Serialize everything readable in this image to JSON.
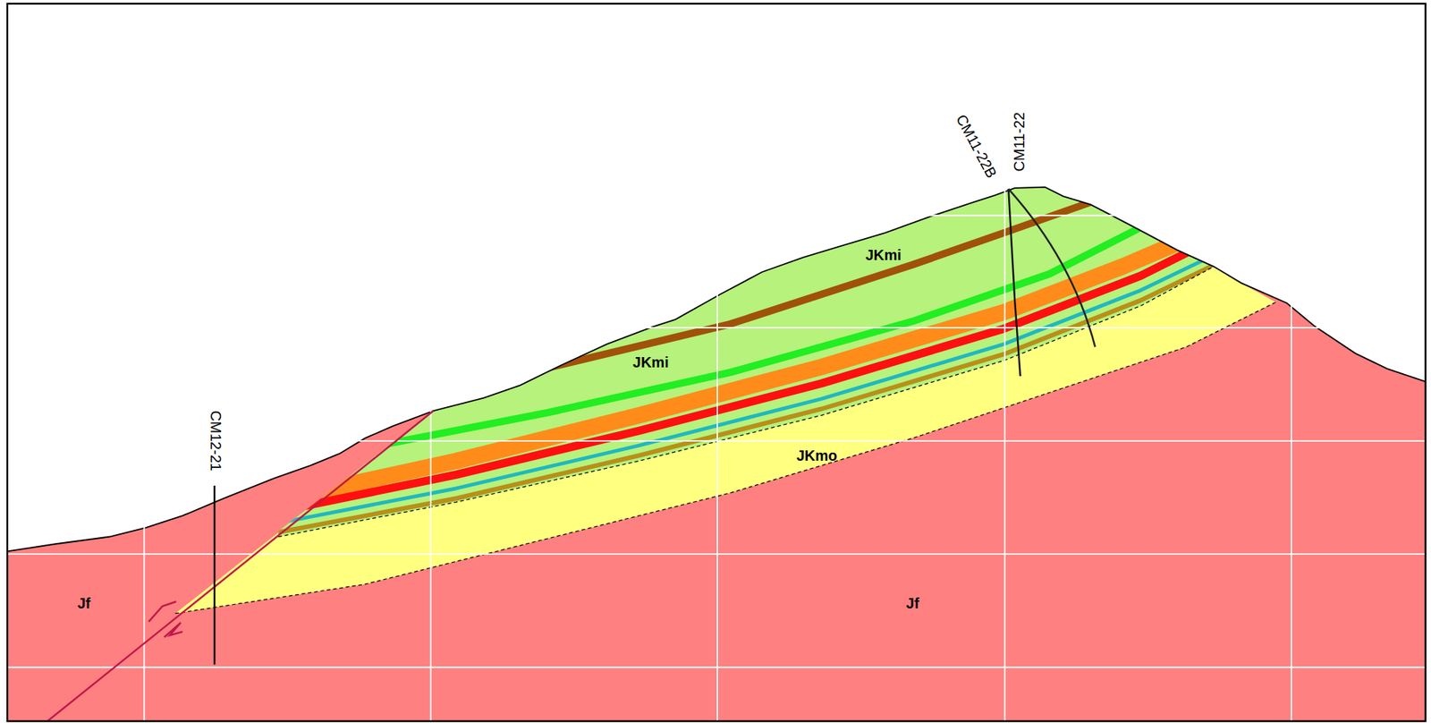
{
  "diagram": {
    "labels": [
      "CM11-22B",
      "CM11-22",
      "JKmi",
      "JKmi",
      "JKmo",
      "Jf",
      "Jf",
      "CM12-21"
    ]
  }
}
